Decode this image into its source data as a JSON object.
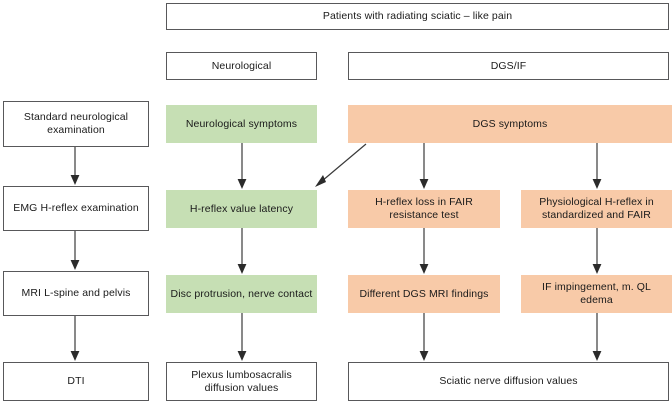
{
  "diagram": {
    "title_box": {
      "label": "Patients with radiating sciatic – like pain"
    },
    "branch_labels": [
      {
        "id": "neurological",
        "label": "Neurological"
      },
      {
        "id": "dgs-if",
        "label": "DGS/IF"
      }
    ],
    "columns": {
      "method": {
        "style": "outline",
        "steps": [
          {
            "id": "standard-neurological-examination",
            "label": "Standard neurological examination"
          },
          {
            "id": "emg-h-reflex-examination",
            "label": "EMG H-reflex examination"
          },
          {
            "id": "mri-l-spine-and-pelvis",
            "label": "MRI L-spine and pelvis"
          },
          {
            "id": "dti",
            "label": "DTI"
          }
        ]
      },
      "neurological": {
        "style": "green",
        "steps": [
          {
            "id": "neurological-symptoms",
            "label": "Neurological symptoms"
          },
          {
            "id": "h-reflex-value-latency",
            "label": "H-reflex value latency"
          },
          {
            "id": "disc-protrusion-nerve-contact",
            "label": "Disc protrusion, nerve contact"
          },
          {
            "id": "plexus-lumbosacralis-diffusion-values",
            "label": "Plexus lumbosacralis diffusion values",
            "style": "outline"
          }
        ]
      },
      "dgs": {
        "style": "orange",
        "header": {
          "id": "dgs-symptoms",
          "label": "DGS symptoms"
        },
        "left_branch": [
          {
            "id": "h-reflex-loss-in-fair-resistance-test",
            "label": "H-reflex loss in FAIR resistance test"
          },
          {
            "id": "different-dgs-mri-findings",
            "label": "Different DGS MRI findings"
          }
        ],
        "right_branch": [
          {
            "id": "physiological-h-reflex-in-standardized-and-fair",
            "label": "Physiological H-reflex in standardized and FAIR"
          },
          {
            "id": "if-impingement-m-ql-edema",
            "label": "IF impingement, m. QL edema"
          }
        ],
        "footer": {
          "id": "sciatic-nerve-diffusion-values",
          "label": "Sciatic nerve diffusion values",
          "style": "outline"
        }
      }
    },
    "colors": {
      "neurological_fill": "#c6dfb4",
      "dgs_fill": "#f8caa8",
      "box_border": "#58585a",
      "arrow": "#3a3a3a",
      "text": "#1a1a1a",
      "background": "#ffffff"
    },
    "connectors": [
      {
        "id": "method-1-to-2",
        "type": "vertical"
      },
      {
        "id": "method-2-to-3",
        "type": "vertical"
      },
      {
        "id": "method-3-to-4",
        "type": "vertical"
      },
      {
        "id": "neuro-1-to-2",
        "type": "vertical"
      },
      {
        "id": "neuro-2-to-3",
        "type": "vertical"
      },
      {
        "id": "neuro-3-to-4",
        "type": "vertical"
      },
      {
        "id": "dgs-symptoms-to-h-reflex-value-latency",
        "type": "diagonal"
      },
      {
        "id": "dgs-symptoms-to-left-branch",
        "type": "vertical"
      },
      {
        "id": "dgs-symptoms-to-right-branch",
        "type": "vertical"
      },
      {
        "id": "dgs-left-1-to-2",
        "type": "vertical"
      },
      {
        "id": "dgs-right-1-to-2",
        "type": "vertical"
      },
      {
        "id": "dgs-left-2-to-footer",
        "type": "vertical"
      },
      {
        "id": "dgs-right-2-to-footer",
        "type": "vertical"
      }
    ]
  }
}
